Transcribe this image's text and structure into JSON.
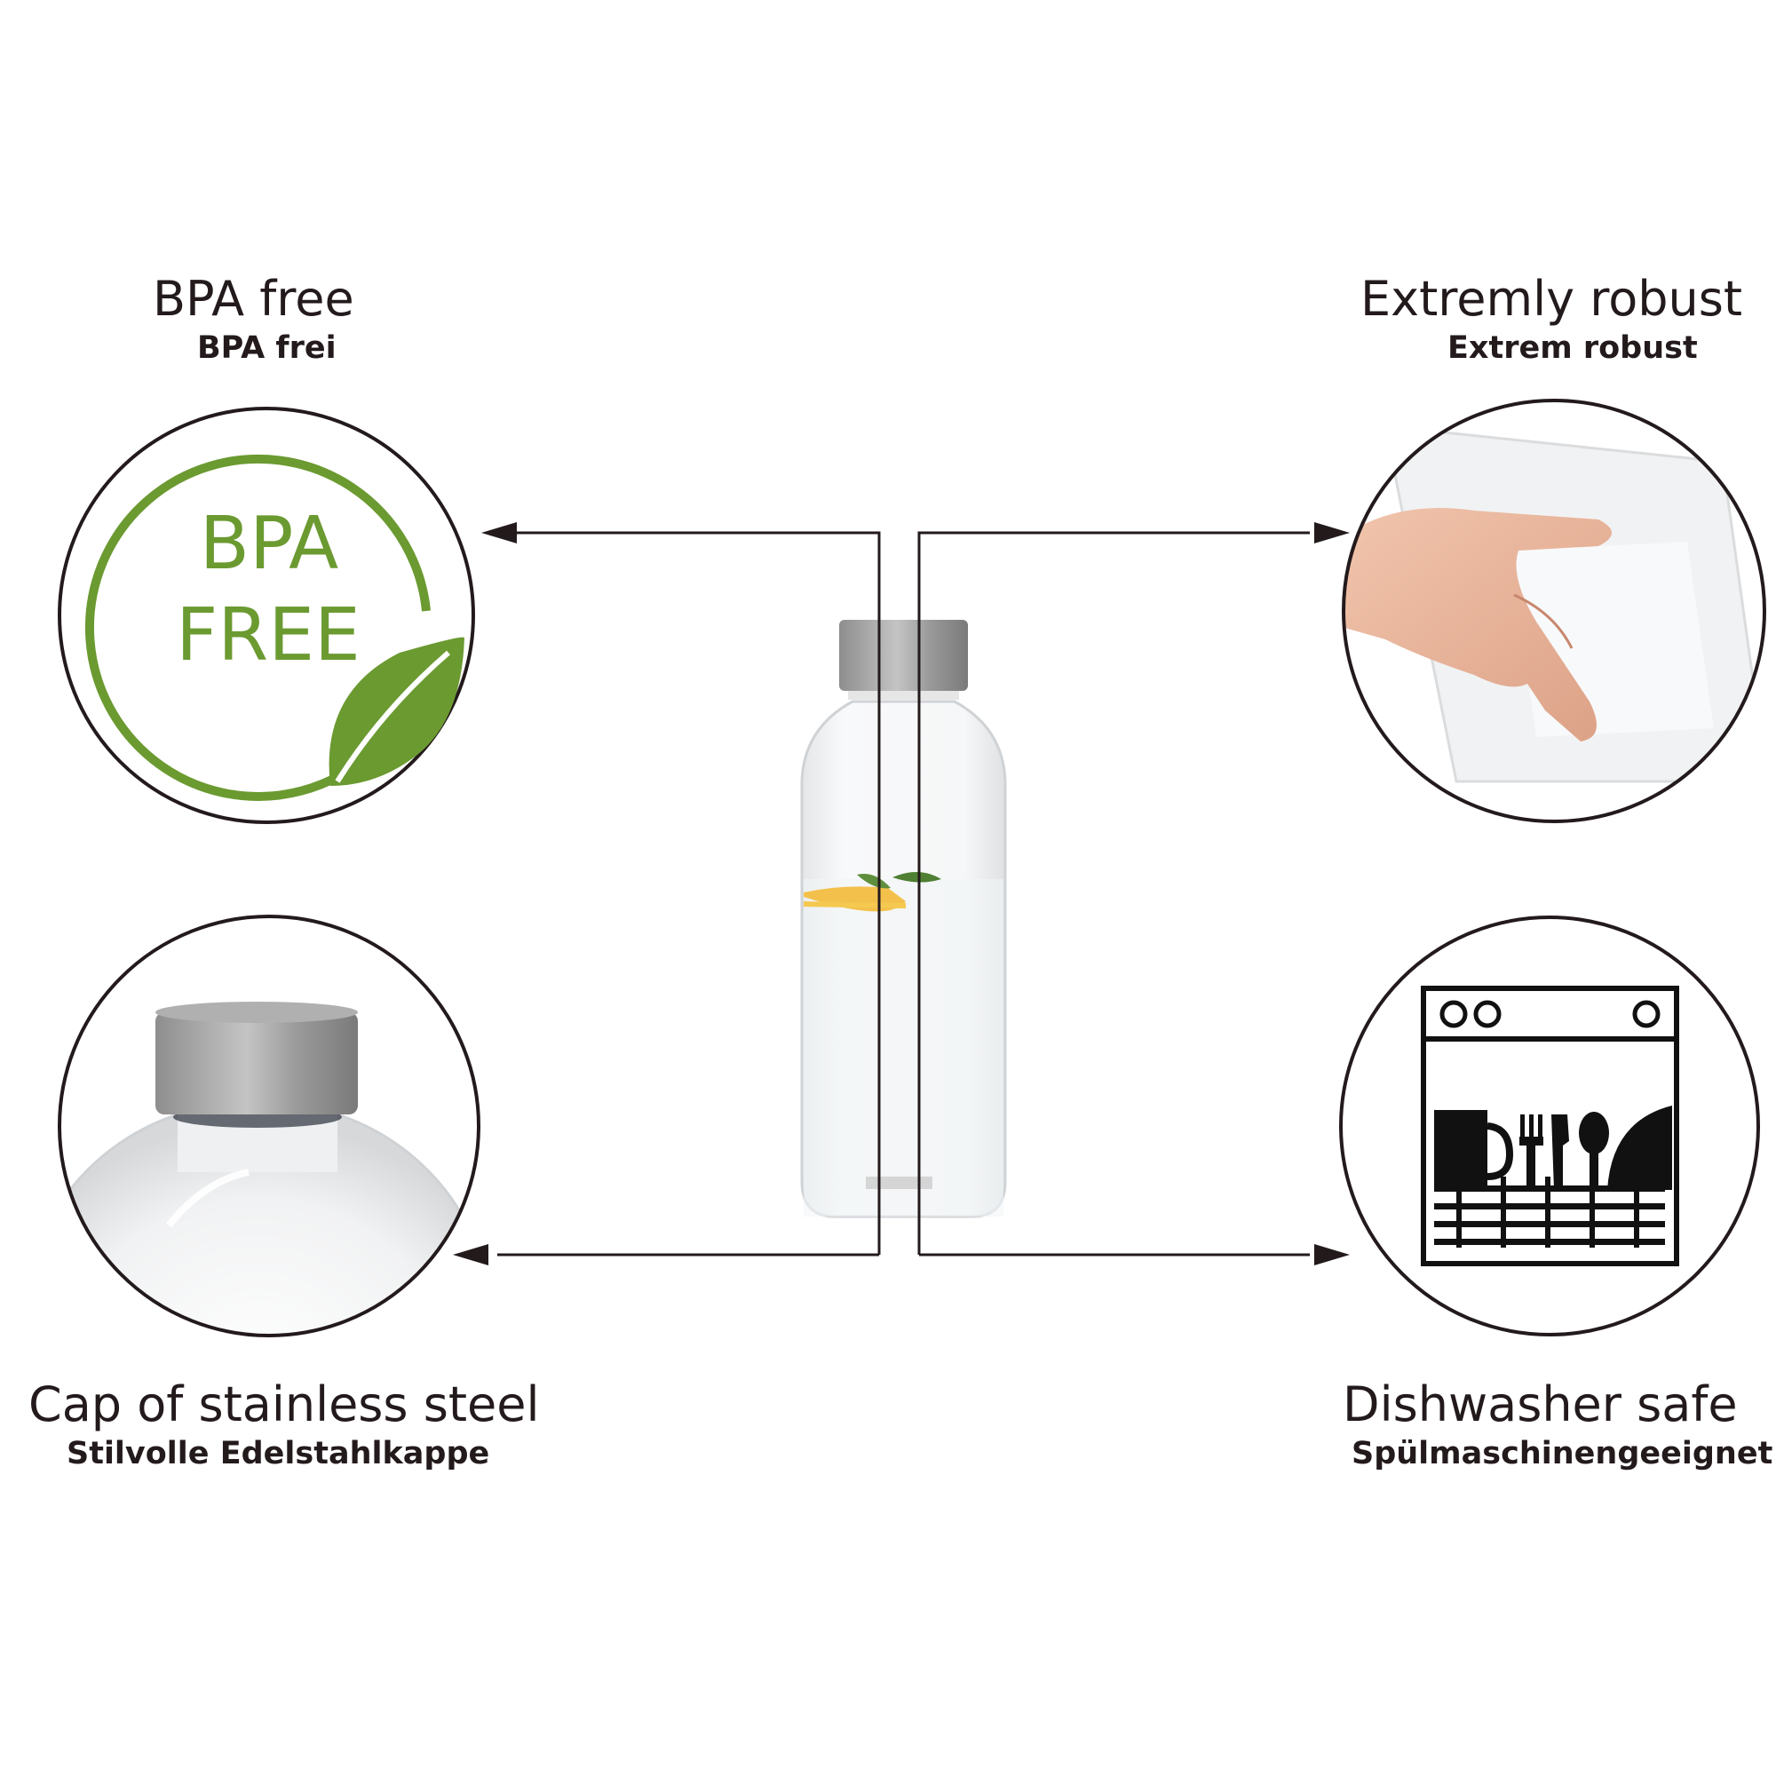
{
  "features": {
    "bpa": {
      "title": "BPA free",
      "subtitle": "BPA frei",
      "badge_line1": "BPA",
      "badge_line2": "FREE"
    },
    "robust": {
      "title": "Extremly robust",
      "subtitle": "Extrem robust"
    },
    "cap": {
      "title": "Cap of stainless steel",
      "subtitle": "Stilvolle Edelstahlkappe"
    },
    "dishwasher": {
      "title": "Dishwasher safe",
      "subtitle": "Spülmaschinengeeignet"
    }
  },
  "colors": {
    "text": "#231a1c",
    "badge_green": "#6b9a31",
    "line": "#231a1c",
    "steel": "#a9a9a9"
  },
  "icons": [
    "leaf-icon",
    "dishwasher-icon",
    "arrow-left-icon",
    "arrow-right-icon"
  ]
}
